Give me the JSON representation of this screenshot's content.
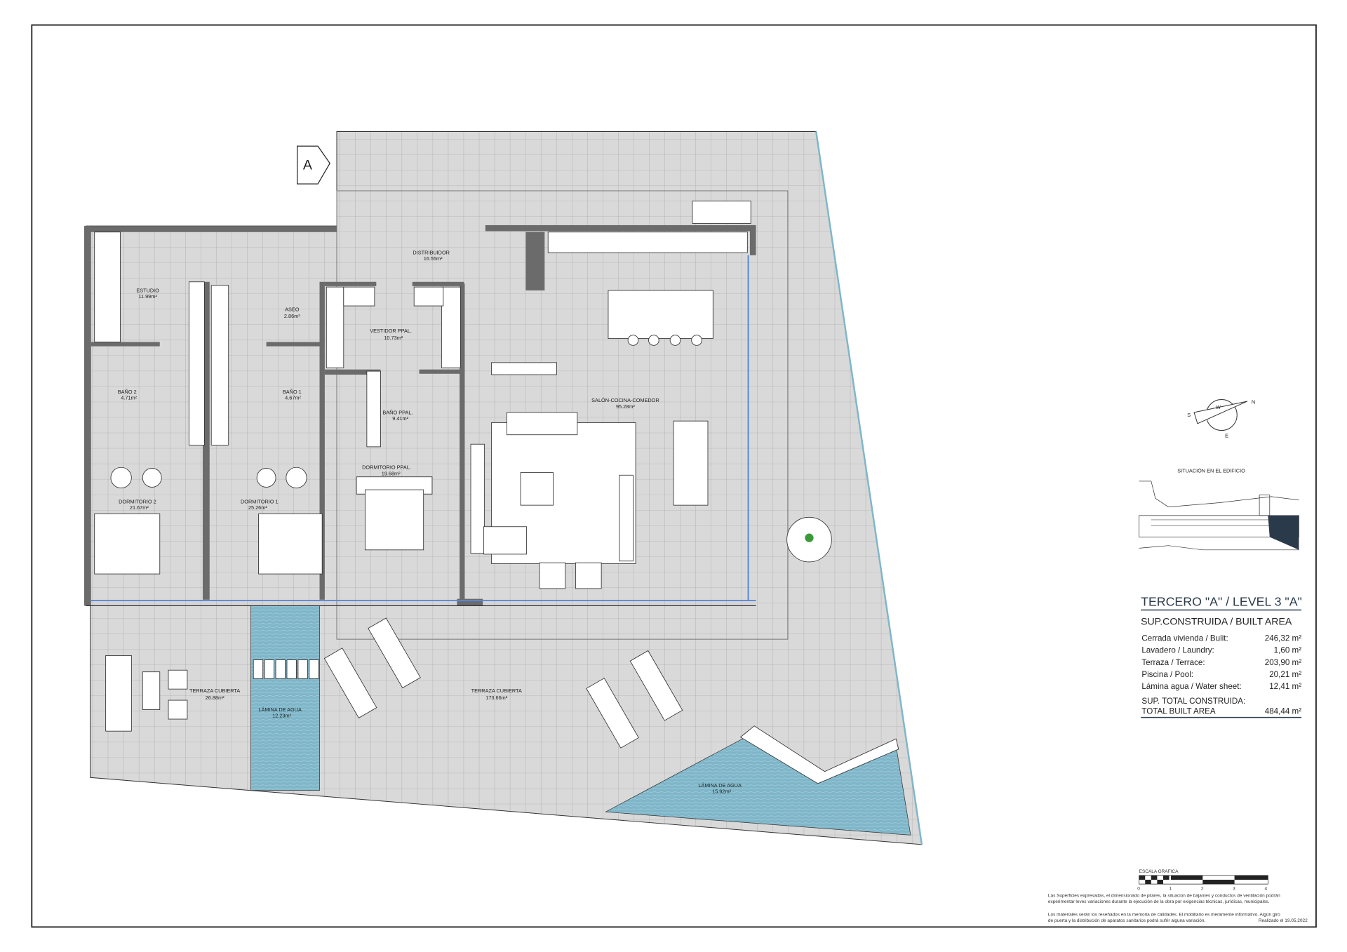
{
  "plan": {
    "entrance_marker": "A",
    "rooms": [
      {
        "name": "ESTUDIO",
        "area": "11.99m²"
      },
      {
        "name": "DISTRIBUIDOR",
        "area": "16.55m²"
      },
      {
        "name": "ASEO",
        "area": "2.86m²"
      },
      {
        "name": "VESTIDOR PPAL.",
        "area": "10.73m²"
      },
      {
        "name": "BAÑO 2",
        "area": "4.71m²"
      },
      {
        "name": "BAÑO 1",
        "area": "4.67m²"
      },
      {
        "name": "BAÑO PPAL.",
        "area": "9.41m²"
      },
      {
        "name": "SALÓN-COCINA-COMEDOR",
        "area": "95.28m²"
      },
      {
        "name": "DORMITORIO PPAL.",
        "area": "19.68m²"
      },
      {
        "name": "DORMITORIO 2",
        "area": "21.67m²"
      },
      {
        "name": "DORMITORIO 1",
        "area": "25.26m²"
      },
      {
        "name": "TERRAZA CUBIERTA",
        "area": "26.88m²"
      },
      {
        "name": "LÁMINA DE AGUA",
        "area": "12.23m²"
      },
      {
        "name": "TERRAZA CUBIERTA",
        "area": "173.66m²"
      },
      {
        "name": "LÁMINA DE AGUA",
        "area": "15.92m²"
      }
    ],
    "colors": {
      "floor": "#d9d9d9",
      "wall": "#6b6b6b",
      "water": "#7fb6c9",
      "glass": "#5b86d6",
      "accent": "#2b3a4a"
    }
  },
  "compass": {
    "w": "W",
    "n": "N",
    "s": "S",
    "e": "E"
  },
  "situation": {
    "title": "SITUACIÓN EN EL EDIFICIO"
  },
  "legend": {
    "title": "TERCERO \"A\" / LEVEL 3 \"A\"",
    "subtitle": "SUP.CONSTRUIDA / BUILT AREA",
    "rows": [
      {
        "label": "Cerrada vivienda / Bulit:",
        "value": "246,32  m²"
      },
      {
        "label": "Lavadero / Laundry:",
        "value": "1,60  m²"
      },
      {
        "label": "Terraza / Terrace:",
        "value": "203,90  m²"
      },
      {
        "label": "Piscina / Pool:",
        "value": "20,21  m²"
      },
      {
        "label": "Lámina agua / Water sheet:",
        "value": "12,41  m²"
      }
    ],
    "total_label_1": "SUP. TOTAL CONSTRUIDA:",
    "total_label_2": "TOTAL BUILT AREA",
    "total_value": "484,44  m²"
  },
  "scale": {
    "title": "ESCALA GRAFICA",
    "ticks": [
      "0",
      "1",
      "2",
      "3",
      "4"
    ]
  },
  "notes": {
    "line1": "Las Superficies expresadas, el dimensionado de pilares, la situacion de bajantes y conductos de ventilación podrán",
    "line2": "experimentar leves variaciones durante la ejecución de la obra por exigencias técnicas, jurídicas, municipales.",
    "line3": "Los materiales serán los reseñados en la memoria de calidades.  El mobiliario es meramente informativo. Algún giro",
    "line4": "de puerta y la distribución de aparatos sanitarios podrá sufrir alguna variación.",
    "date": "Realizado el 19.05.2022"
  }
}
